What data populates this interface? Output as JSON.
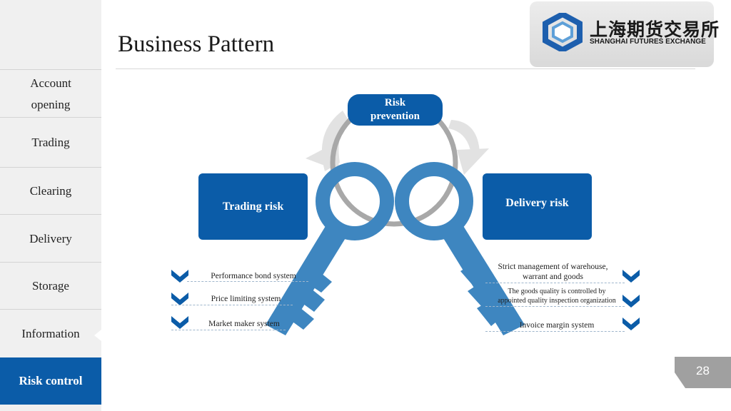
{
  "header": {
    "title": "Business Pattern",
    "logo_cn": "上海期货交易所",
    "logo_en": "SHANGHAI FUTURES EXCHANGE"
  },
  "sidebar": {
    "items": [
      {
        "label_lines": [
          "Account",
          "opening"
        ]
      },
      {
        "label": "Trading"
      },
      {
        "label": "Clearing"
      },
      {
        "label": "Delivery"
      },
      {
        "label": "Storage"
      },
      {
        "label": "Information"
      },
      {
        "label": "Risk control",
        "active": true
      }
    ]
  },
  "diagram": {
    "center_label_lines": [
      "Risk",
      "prevention"
    ],
    "left_box": "Trading risk",
    "right_box": "Delivery risk",
    "left_list": [
      {
        "text": "Performance bond system",
        "num": "1"
      },
      {
        "text": "Price limiting system",
        "num": "2"
      },
      {
        "text": "Market maker system",
        "num": "3"
      }
    ],
    "right_list": [
      {
        "lines": [
          "Strict management of warehouse,",
          "warrant and goods"
        ],
        "num": "1"
      },
      {
        "lines": [
          "The goods quality is controlled by",
          "appointed quality  inspection organization"
        ],
        "num": "2"
      },
      {
        "lines": [
          "Invoice margin system"
        ],
        "num": "3"
      }
    ]
  },
  "colors": {
    "primary": "#0b5ca8",
    "key": "#3e86c0",
    "ring": "#a8a8a8"
  },
  "page_number": "28"
}
